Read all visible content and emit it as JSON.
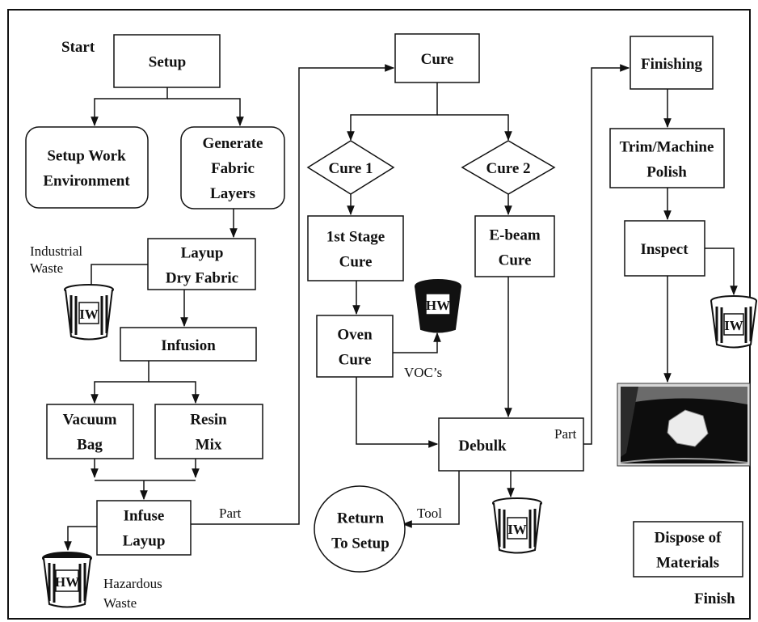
{
  "start_label": "Start",
  "finish_label": "Finish",
  "nodes": {
    "setup": [
      "Setup"
    ],
    "setup_env": [
      "Setup Work",
      "Environment"
    ],
    "generate": [
      "Generate",
      "Fabric",
      "Layers"
    ],
    "layup": [
      "Layup",
      "Dry Fabric"
    ],
    "infusion": [
      "Infusion"
    ],
    "vacuum": [
      "Vacuum",
      "Bag"
    ],
    "resin": [
      "Resin",
      "Mix"
    ],
    "infuse": [
      "Infuse",
      "Layup"
    ],
    "cure": [
      "Cure"
    ],
    "cure1": [
      "Cure 1"
    ],
    "cure2": [
      "Cure 2"
    ],
    "first_stage": [
      "1st Stage",
      "Cure"
    ],
    "oven": [
      "Oven",
      "Cure"
    ],
    "ebeam": [
      "E-beam",
      "Cure"
    ],
    "debulk": [
      "Debulk"
    ],
    "return": [
      "Return",
      "To Setup"
    ],
    "finishing": [
      "Finishing"
    ],
    "trim": [
      "Trim/Machine",
      "Polish"
    ],
    "inspect": [
      "Inspect"
    ],
    "dispose": [
      "Dispose of",
      "Materials"
    ]
  },
  "edge_labels": {
    "part_1": "Part",
    "part_2": "Part",
    "tool": "Tool",
    "vocs": "VOC’s"
  },
  "waste": {
    "industrial_lines": [
      "Industrial",
      "Waste"
    ],
    "hazardous_lines": [
      "Hazardous",
      "Waste"
    ],
    "iw": "IW",
    "hw": "HW"
  }
}
